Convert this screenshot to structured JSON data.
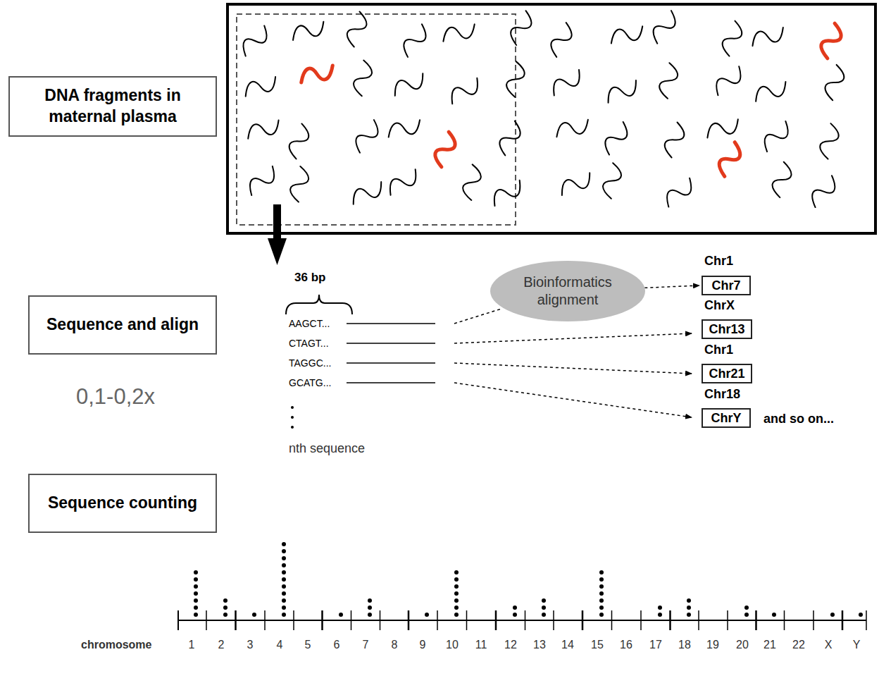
{
  "diagram": {
    "nodes": [
      {
        "text": [
          "DNA fragments in maternal plasma"
        ]
      },
      {
        "text": [
          "Sequence and align"
        ]
      },
      {
        "text": [
          "Sequence counting"
        ]
      },
      {
        "text": [
          "Bioinformatics alignment"
        ]
      },
      {
        "text": [
          "Chr7"
        ]
      },
      {
        "text": [
          "Chr13"
        ]
      },
      {
        "text": [
          "Chr21"
        ]
      },
      {
        "text": [
          "ChrY"
        ]
      }
    ],
    "edges": [
      {
        "from": 3,
        "to": 4,
        "arrow": "to"
      }
    ],
    "labels": [
      "36 bp",
      "0,1-0,2x",
      "AAGCT...",
      "CTAGT...",
      "TAGGC...",
      "GCATG...",
      "nth sequence",
      "Chr1",
      "ChrX",
      "Chr1",
      "Chr18",
      "and so on...",
      "chromosome",
      "1",
      "2",
      "3",
      "4",
      "5",
      "6",
      "7",
      "8",
      "9",
      "10",
      "11",
      "12",
      "13",
      "14",
      "15",
      "16",
      "17",
      "18",
      "19",
      "20",
      "21",
      "22",
      "X",
      "Y"
    ]
  }
}
